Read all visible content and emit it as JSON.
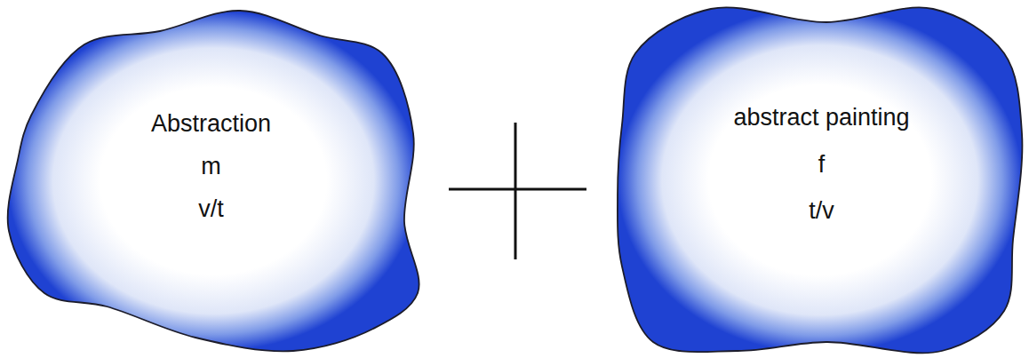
{
  "diagram": {
    "nodes": [
      {
        "text": [
          "Abstraction",
          "m",
          "v/t"
        ]
      },
      {
        "text": [
          "abstract painting",
          "f",
          "t/v"
        ]
      }
    ]
  }
}
